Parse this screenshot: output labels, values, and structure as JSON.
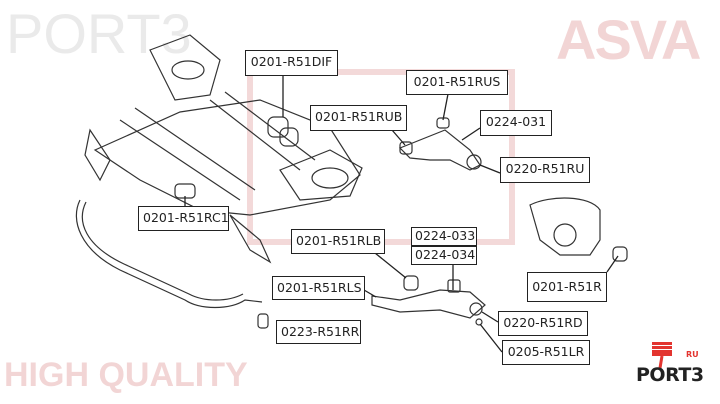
{
  "watermark": {
    "brand": "ASVA",
    "tagline": "HIGH QUALITY",
    "site": "PORT3"
  },
  "labels": {
    "dif": "0201-R51DIF",
    "rus": "0201-R51RUS",
    "rub": "0201-R51RUB",
    "arm031": "0224-031",
    "ru": "0220-R51RU",
    "rc1": "0201-R51RC1",
    "rlb": "0201-R51RLB",
    "arm033": "0224-033",
    "arm034": "0224-034",
    "r": "0201-R51R",
    "rls": "0201-R51RLS",
    "rd": "0220-R51RD",
    "rr": "0223-R51RR",
    "lr": "0205-R51LR"
  },
  "logo": {
    "text": "PORT3",
    "suffix": "RU"
  },
  "colors": {
    "accent": "#e3342f",
    "watermark": "#e8b4b4",
    "ink": "#222222"
  }
}
